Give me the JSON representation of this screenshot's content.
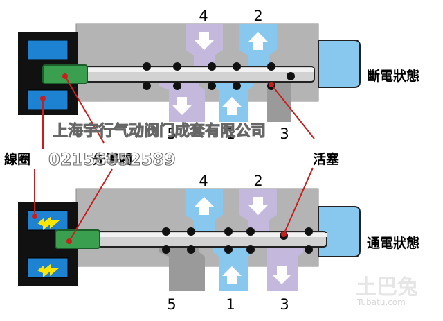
{
  "states": {
    "off": "斷電狀態",
    "on": "通電狀態"
  },
  "ports": {
    "p1": "1",
    "p2": "2",
    "p3": "3",
    "p4": "4",
    "p5": "5"
  },
  "callouts": {
    "coil": "線圈",
    "pilot_valve": "先導閥",
    "piston": "活塞"
  },
  "watermark": {
    "company": "上海宇行气动阀门成套有限公司",
    "phone": "02158052589"
  },
  "logo": {
    "mark": "土巴兔",
    "domain": "Tubatu.com"
  },
  "colors": {
    "body": "#b4b4b4",
    "body_dark": "#9a9a9a",
    "pressure": "#88c8ee",
    "exhaust": "#c4b8dc",
    "coil_blue": "#1e82d2",
    "pilot_green": "#3aa050",
    "callout_line": "#c81e1e"
  }
}
